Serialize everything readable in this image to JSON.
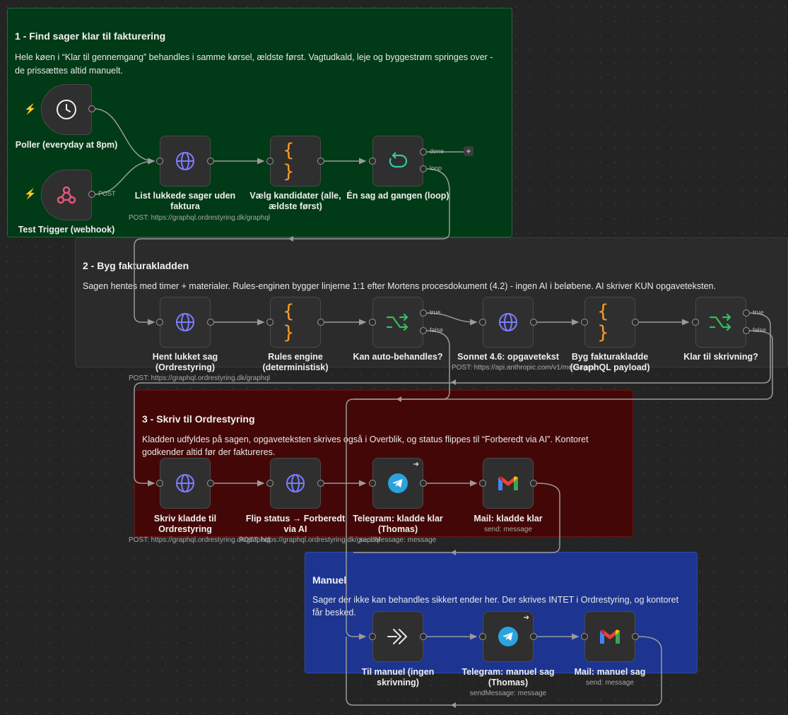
{
  "colors": {
    "canvas": "#242424",
    "section1": "#013a16",
    "section2": "#2b2b2b",
    "section3": "#440707",
    "manual": "#1d3591",
    "wire": "#9a9a9a"
  },
  "sections": {
    "s1": {
      "title": "1 - Find sager klar til fakturering",
      "desc1": "Hele køen i “Klar til gennemgang” behandles i samme kørsel, ældste først. Vagtudkald, leje og byggestrøm springes over -",
      "desc2": "de prissættes altid manuelt."
    },
    "s2": {
      "title": "2 - Byg fakturakladden",
      "desc1": "Sagen hentes med timer + materialer. Rules-enginen bygger linjerne 1:1 efter Mortens procesdokument (4.2) - ingen AI i beløbene. AI skriver KUN opgaveteksten."
    },
    "s3": {
      "title": "3 - Skriv til Ordrestyring",
      "desc1": "Kladden udfyldes på sagen, opgaveteksten skrives også i Overblik, og status flippes til “Forberedt via AI”. Kontoret",
      "desc2": "godkender altid før der faktureres."
    },
    "s4": {
      "title": "Manuel",
      "desc1": "Sager der ikke kan behandles sikkert ender her. Der skrives INTET i Ordrestyring, og kontoret",
      "desc2": "får besked."
    }
  },
  "ports": {
    "post": "POST",
    "done": "done",
    "loop": "loop",
    "true": "true",
    "false": "false"
  },
  "nodes": {
    "poller": {
      "label": "Poller (everyday at 8pm)",
      "icon": "clock-icon"
    },
    "test": {
      "label": "Test Trigger (webhook)",
      "icon": "webhook-icon"
    },
    "list": {
      "label": "List lukkede sager uden faktura",
      "sub": "POST: https://graphql.ordrestyring.dk/graphql",
      "icon": "globe-icon"
    },
    "vaelg": {
      "label": "Vælg kandidater (alle, ældste først)",
      "icon": "code-braces-icon"
    },
    "loop": {
      "label": "Én sag ad gangen (loop)",
      "icon": "loop-icon"
    },
    "hent": {
      "label": "Hent lukket sag (Ordrestyring)",
      "sub": "POST: https://graphql.ordrestyring.dk/graphql",
      "icon": "globe-icon"
    },
    "rules": {
      "label": "Rules engine (deterministisk)",
      "icon": "code-braces-icon"
    },
    "kan": {
      "label": "Kan auto-behandles?",
      "icon": "if-icon"
    },
    "sonnet": {
      "label": "Sonnet 4.6: opgavetekst",
      "sub": "POST: https://api.anthropic.com/v1/messages",
      "icon": "globe-icon"
    },
    "byg": {
      "label": "Byg fakturakladde (GraphQL payload)",
      "icon": "code-braces-icon"
    },
    "klar": {
      "label": "Klar til skrivning?",
      "icon": "if-icon"
    },
    "skriv": {
      "label": "Skriv kladde til Ordrestyring",
      "sub": "POST: https://graphql.ordrestyring.dk/graphql",
      "icon": "globe-icon"
    },
    "flip": {
      "label": "Flip status → Forberedt via AI",
      "sub": "POST: https://graphql.ordrestyring.dk/graphql",
      "icon": "globe-icon"
    },
    "tgkladde": {
      "label": "Telegram: kladde klar (Thomas)",
      "sub": "sendMessage: message",
      "icon": "telegram-icon"
    },
    "mailkladde": {
      "label": "Mail: kladde klar",
      "sub": "send: message",
      "icon": "gmail-icon"
    },
    "tilmanuel": {
      "label": "Til manuel (ingen skrivning)",
      "icon": "double-chevron-icon"
    },
    "tgmanuel": {
      "label": "Telegram: manuel sag (Thomas)",
      "sub": "sendMessage: message",
      "icon": "telegram-icon"
    },
    "mailmanuel": {
      "label": "Mail: manuel sag",
      "sub": "send: message",
      "icon": "gmail-icon"
    }
  }
}
